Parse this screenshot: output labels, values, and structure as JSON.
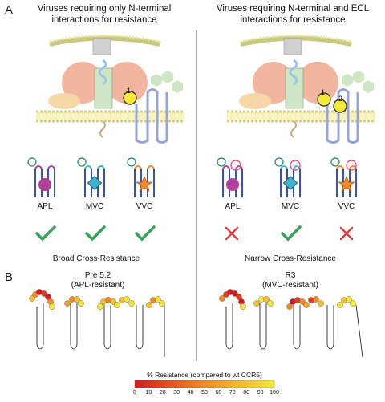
{
  "panel_a": {
    "letter": "A",
    "left_title": "Viruses requiring only N-terminal interactions for resistance",
    "right_title": "Viruses requiring N-terminal and ECL interactions for resistance",
    "left_site_marks": [
      "1"
    ],
    "right_site_marks": [
      "1",
      "2"
    ],
    "drugs": [
      "APL",
      "MVC",
      "VVC"
    ],
    "left_outcomes": [
      "check",
      "check",
      "check"
    ],
    "right_outcomes": [
      "cross",
      "check",
      "cross"
    ],
    "left_summary": "Broad Cross-Resistance",
    "right_summary": "Narrow Cross-Resistance"
  },
  "panel_b": {
    "letter": "B",
    "left_strain": "Pre 5.2",
    "left_note": "(APL-resistant)",
    "right_strain": "R3",
    "right_note": "(MVC-resistant)",
    "scale_title": "% Resistance (compared to wt CCR5)",
    "scale_ticks": [
      "0",
      "10",
      "20",
      "30",
      "40",
      "50",
      "60",
      "70",
      "80",
      "90",
      "100"
    ]
  },
  "colors": {
    "membrane": "#e8e89a",
    "gp120": "#f2b5a0",
    "cd4": "#f7d6a8",
    "gp41": "#cfe6c4",
    "ccr5": "#9aa4d4",
    "check": "#3aa05a",
    "cross": "#e03c3c",
    "apl": "#b0409a",
    "mvc": "#3fb2c9",
    "vvc": "#f08a24"
  }
}
